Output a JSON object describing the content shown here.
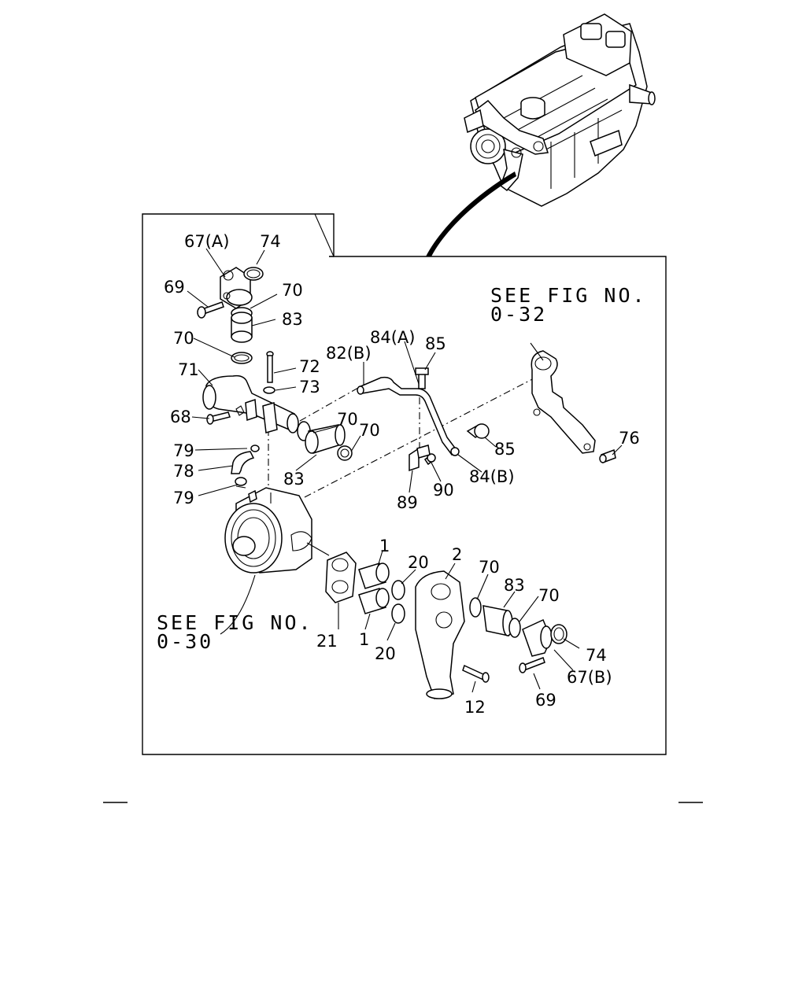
{
  "diagram": {
    "refs": {
      "fig_032_line1": "SEE FIG NO.",
      "fig_032_line2": "0-32",
      "fig_030_line1": "SEE FIG NO.",
      "fig_030_line2": "0-30"
    },
    "labels": [
      {
        "id": "67a",
        "text": "67(A)"
      },
      {
        "id": "74-top",
        "text": "74"
      },
      {
        "id": "69-top",
        "text": "69"
      },
      {
        "id": "70-a",
        "text": "70"
      },
      {
        "id": "83-a",
        "text": "83"
      },
      {
        "id": "70-b",
        "text": "70"
      },
      {
        "id": "71",
        "text": "71"
      },
      {
        "id": "72",
        "text": "72"
      },
      {
        "id": "73",
        "text": "73"
      },
      {
        "id": "68",
        "text": "68"
      },
      {
        "id": "82b",
        "text": "82(B)"
      },
      {
        "id": "84a",
        "text": "84(A)"
      },
      {
        "id": "85-top",
        "text": "85"
      },
      {
        "id": "70-c",
        "text": "70"
      },
      {
        "id": "70-d",
        "text": "70"
      },
      {
        "id": "79-a",
        "text": "79"
      },
      {
        "id": "78",
        "text": "78"
      },
      {
        "id": "79-b",
        "text": "79"
      },
      {
        "id": "83-b",
        "text": "83"
      },
      {
        "id": "85-mid",
        "text": "85"
      },
      {
        "id": "84b",
        "text": "84(B)"
      },
      {
        "id": "89",
        "text": "89"
      },
      {
        "id": "90",
        "text": "90"
      },
      {
        "id": "76",
        "text": "76"
      },
      {
        "id": "1-a",
        "text": "1"
      },
      {
        "id": "20-a",
        "text": "20"
      },
      {
        "id": "2",
        "text": "2"
      },
      {
        "id": "70-e",
        "text": "70"
      },
      {
        "id": "83-c",
        "text": "83"
      },
      {
        "id": "70-f",
        "text": "70"
      },
      {
        "id": "21",
        "text": "21"
      },
      {
        "id": "1-b",
        "text": "1"
      },
      {
        "id": "20-b",
        "text": "20"
      },
      {
        "id": "74-bot",
        "text": "74"
      },
      {
        "id": "67b",
        "text": "67(B)"
      },
      {
        "id": "12",
        "text": "12"
      },
      {
        "id": "69-bot",
        "text": "69"
      }
    ]
  }
}
